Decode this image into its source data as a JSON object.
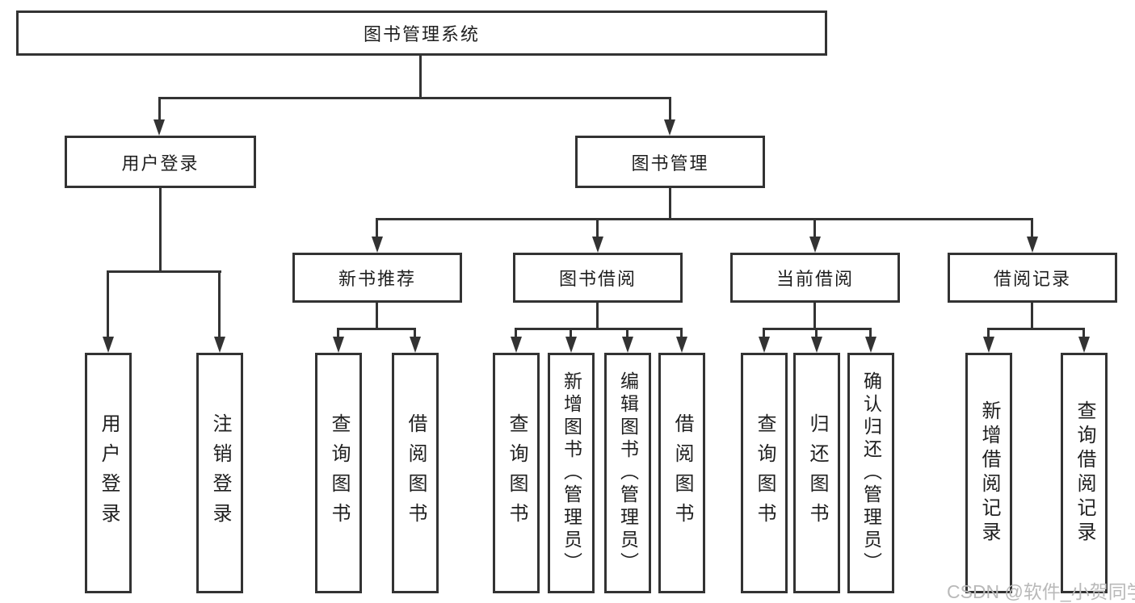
{
  "nodes": {
    "root": "图书管理系统",
    "user_login": "用户登录",
    "book_mgmt": "图书管理",
    "new_book_rec": "新书推荐",
    "book_borrow": "图书借阅",
    "current_borrow": "当前借阅",
    "borrow_records": "借阅记录",
    "leaf_user_login": "用户登录",
    "leaf_logout": "注销登录",
    "leaf_nb_query": "查询图书",
    "leaf_nb_borrow": "借阅图书",
    "leaf_bb_query": "查询图书",
    "leaf_bb_add": "新增图书（管理员）",
    "leaf_bb_edit": "编辑图书（管理员）",
    "leaf_bb_borrow": "借阅图书",
    "leaf_cb_query": "查询图书",
    "leaf_cb_return": "归还图书",
    "leaf_cb_confirm": "确认归还（管理员）",
    "leaf_br_add": "新增借阅记录",
    "leaf_br_query": "查询借阅记录"
  },
  "watermark": "CSDN @软件_小贺同学",
  "colors": {
    "line": "#333333",
    "text": "#1f1f1f",
    "watermark": "#b9b9b9",
    "background": "#ffffff"
  }
}
